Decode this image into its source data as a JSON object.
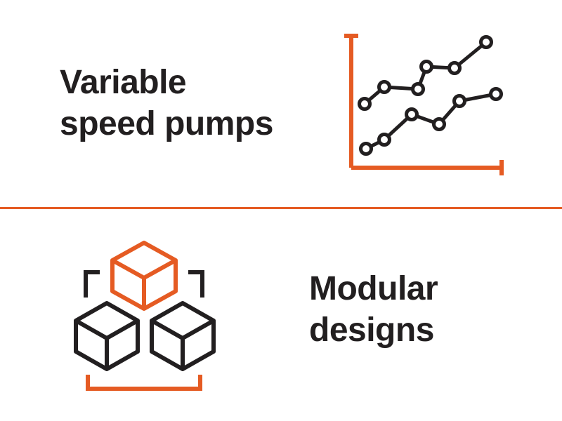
{
  "theme": {
    "accent": "#e55b23",
    "ink": "#221f20",
    "bg": "#ffffff"
  },
  "sections": {
    "pumps": {
      "title_line1": "Variable",
      "title_line2": "speed pumps",
      "icon": "line-chart-icon"
    },
    "modular": {
      "title_line1": "Modular",
      "title_line2": "designs",
      "icon": "modular-cubes-icon"
    }
  }
}
